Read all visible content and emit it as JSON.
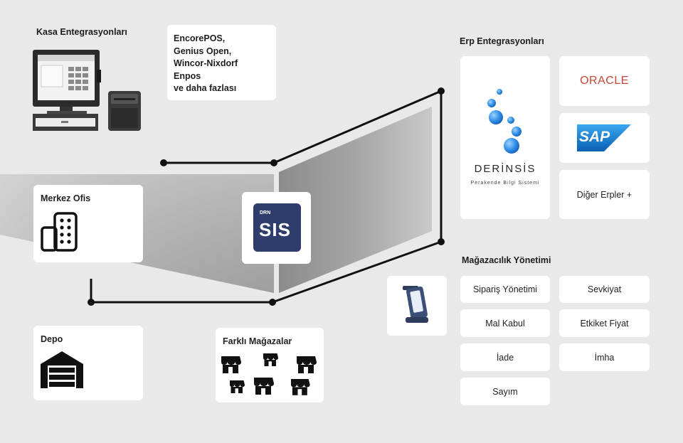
{
  "pos_section": {
    "title": "Kasa Entegrasyonları",
    "list": [
      "EncorePOS,",
      "Genius Open,",
      "Wincor-Nixdorf",
      "Enpos",
      "ve daha fazlası"
    ]
  },
  "hq_card": {
    "title": "Merkez Ofis",
    "icon": "building-icon"
  },
  "center_logo": {
    "small": "DRN",
    "big": "SIS",
    "color": "#2e3d6b"
  },
  "depot_card": {
    "title": "Depo",
    "icon": "warehouse-icon"
  },
  "stores_card": {
    "title": "Farklı Mağazalar",
    "icon": "store-icon"
  },
  "erp_section": {
    "title": "Erp Entegrasyonları",
    "derinsis": {
      "name": "DERİNSİS",
      "tagline": "Perakende Bilgi Sistemi"
    },
    "oracle": {
      "label": "ORACLE",
      "color": "#c74634"
    },
    "sap": {
      "label": "SAP",
      "color": "#0f6fbf"
    },
    "other": {
      "label": "Diğer Erpler +"
    }
  },
  "store_mgmt": {
    "title": "Mağazacılık Yönetimi",
    "buttons": [
      "Sipariş Yönetimi",
      "Sevkiyat",
      "Mal Kabul",
      "Etkiket Fiyat",
      "İade",
      "İmha",
      "Sayım"
    ]
  }
}
